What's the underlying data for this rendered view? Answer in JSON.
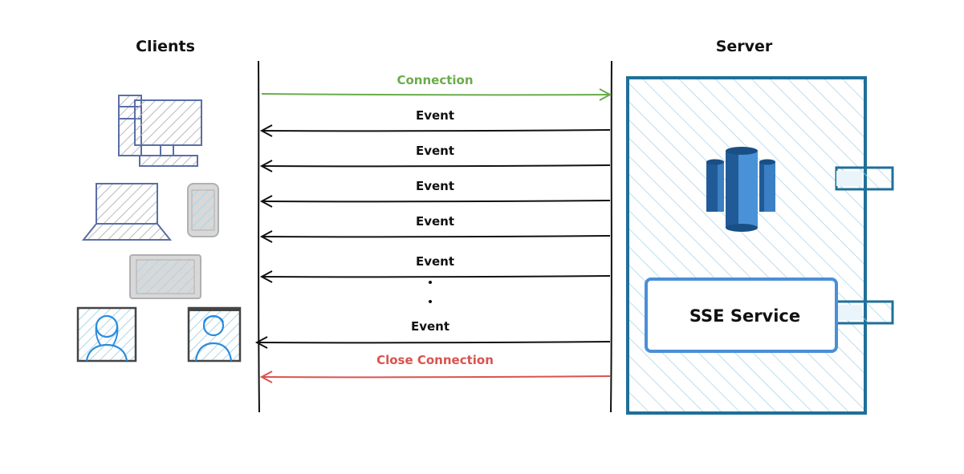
{
  "titles": {
    "clients": "Clients",
    "server": "Server"
  },
  "messages": [
    {
      "label": "Connection",
      "direction": "to-server",
      "color": "#6aac4c"
    },
    {
      "label": "Event",
      "direction": "to-client",
      "color": "#111111"
    },
    {
      "label": "Event",
      "direction": "to-client",
      "color": "#111111"
    },
    {
      "label": "Event",
      "direction": "to-client",
      "color": "#111111"
    },
    {
      "label": "Event",
      "direction": "to-client",
      "color": "#111111"
    },
    {
      "label": "Event",
      "direction": "to-client",
      "color": "#111111"
    },
    {
      "label": "Event",
      "direction": "to-client",
      "color": "#111111"
    },
    {
      "label": "Close Connection",
      "direction": "to-client",
      "color": "#d9534f"
    }
  ],
  "server": {
    "service_label": "SSE Service",
    "fill_color": "#a9d6ea",
    "border_color": "#1f6f99",
    "service_border_color": "#4a8fd8",
    "database_icon": "redshift-database-icon"
  },
  "clients": {
    "device_icons": [
      "desktop-computer-icon",
      "laptop-icon",
      "smartphone-icon",
      "tablet-icon",
      "user-avatar-icon",
      "user-avatar-icon"
    ],
    "device_color": "#5a6fa8",
    "user_color": "#2b8cde"
  }
}
